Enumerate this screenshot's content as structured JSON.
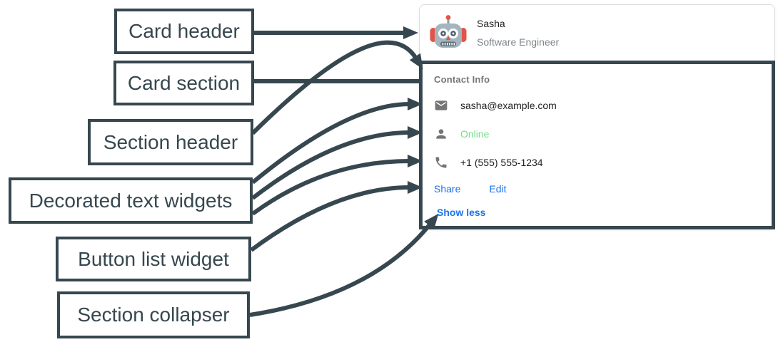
{
  "colors": {
    "annotation_dark": "#37474F",
    "link_blue": "#1A73E8",
    "online_green": "#76DB8A",
    "icon_gray": "#757575",
    "card_border_gray": "#DADCE0"
  },
  "annotations": {
    "card_header": "Card header",
    "card_section": "Card section",
    "section_header": "Section header",
    "decorated_text_widgets": "Decorated text widgets",
    "button_list_widget": "Button list widget",
    "section_collapser": "Section collapser"
  },
  "card": {
    "header": {
      "avatar": "robot-avatar",
      "title": "Sasha",
      "subtitle": "Software Engineer"
    },
    "section": {
      "title": "Contact Info",
      "rows": [
        {
          "icon": "mail-icon",
          "text": "sasha@example.com"
        },
        {
          "icon": "person-icon",
          "text": "Online"
        },
        {
          "icon": "phone-icon",
          "text": "+1 (555) 555-1234"
        }
      ],
      "buttons": [
        {
          "label": "Share"
        },
        {
          "label": "Edit"
        }
      ],
      "collapser_label": "Show less"
    }
  }
}
